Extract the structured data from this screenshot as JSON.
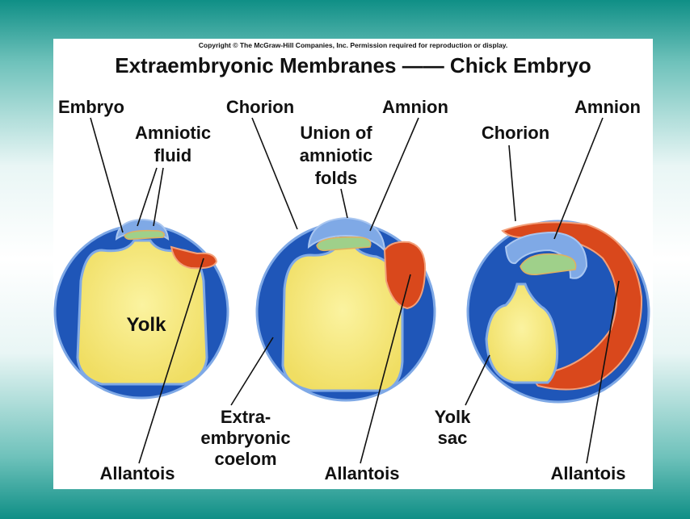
{
  "copyright": "Copyright © The McGraw-Hill Companies, Inc. Permission required for reproduction or display.",
  "title": "Extraembryonic Membranes —— Chick Embryo",
  "labels": {
    "embryo": "Embryo",
    "amniotic_fluid_1": "Amniotic",
    "amniotic_fluid_2": "fluid",
    "chorion_left": "Chorion",
    "union_1": "Union of",
    "union_2": "amniotic",
    "union_3": "folds",
    "amnion_middle": "Amnion",
    "amnion_right": "Amnion",
    "chorion_right": "Chorion",
    "yolk": "Yolk",
    "extra_1": "Extra-",
    "extra_2": "embryonic",
    "extra_3": "coelom",
    "yolk_sac_1": "Yolk",
    "yolk_sac_2": "sac",
    "allantois_left": "Allantois",
    "allantois_middle": "Allantois",
    "allantois_right": "Allantois"
  },
  "colors": {
    "background_teal": "#0f8f86",
    "outer_blue": "#1f56b8",
    "membrane_blue": "#7fa9e6",
    "yolk_yellow": "#f6ea7d",
    "embryo_green": "#9fd08a",
    "allantois_orange": "#d9481c"
  }
}
